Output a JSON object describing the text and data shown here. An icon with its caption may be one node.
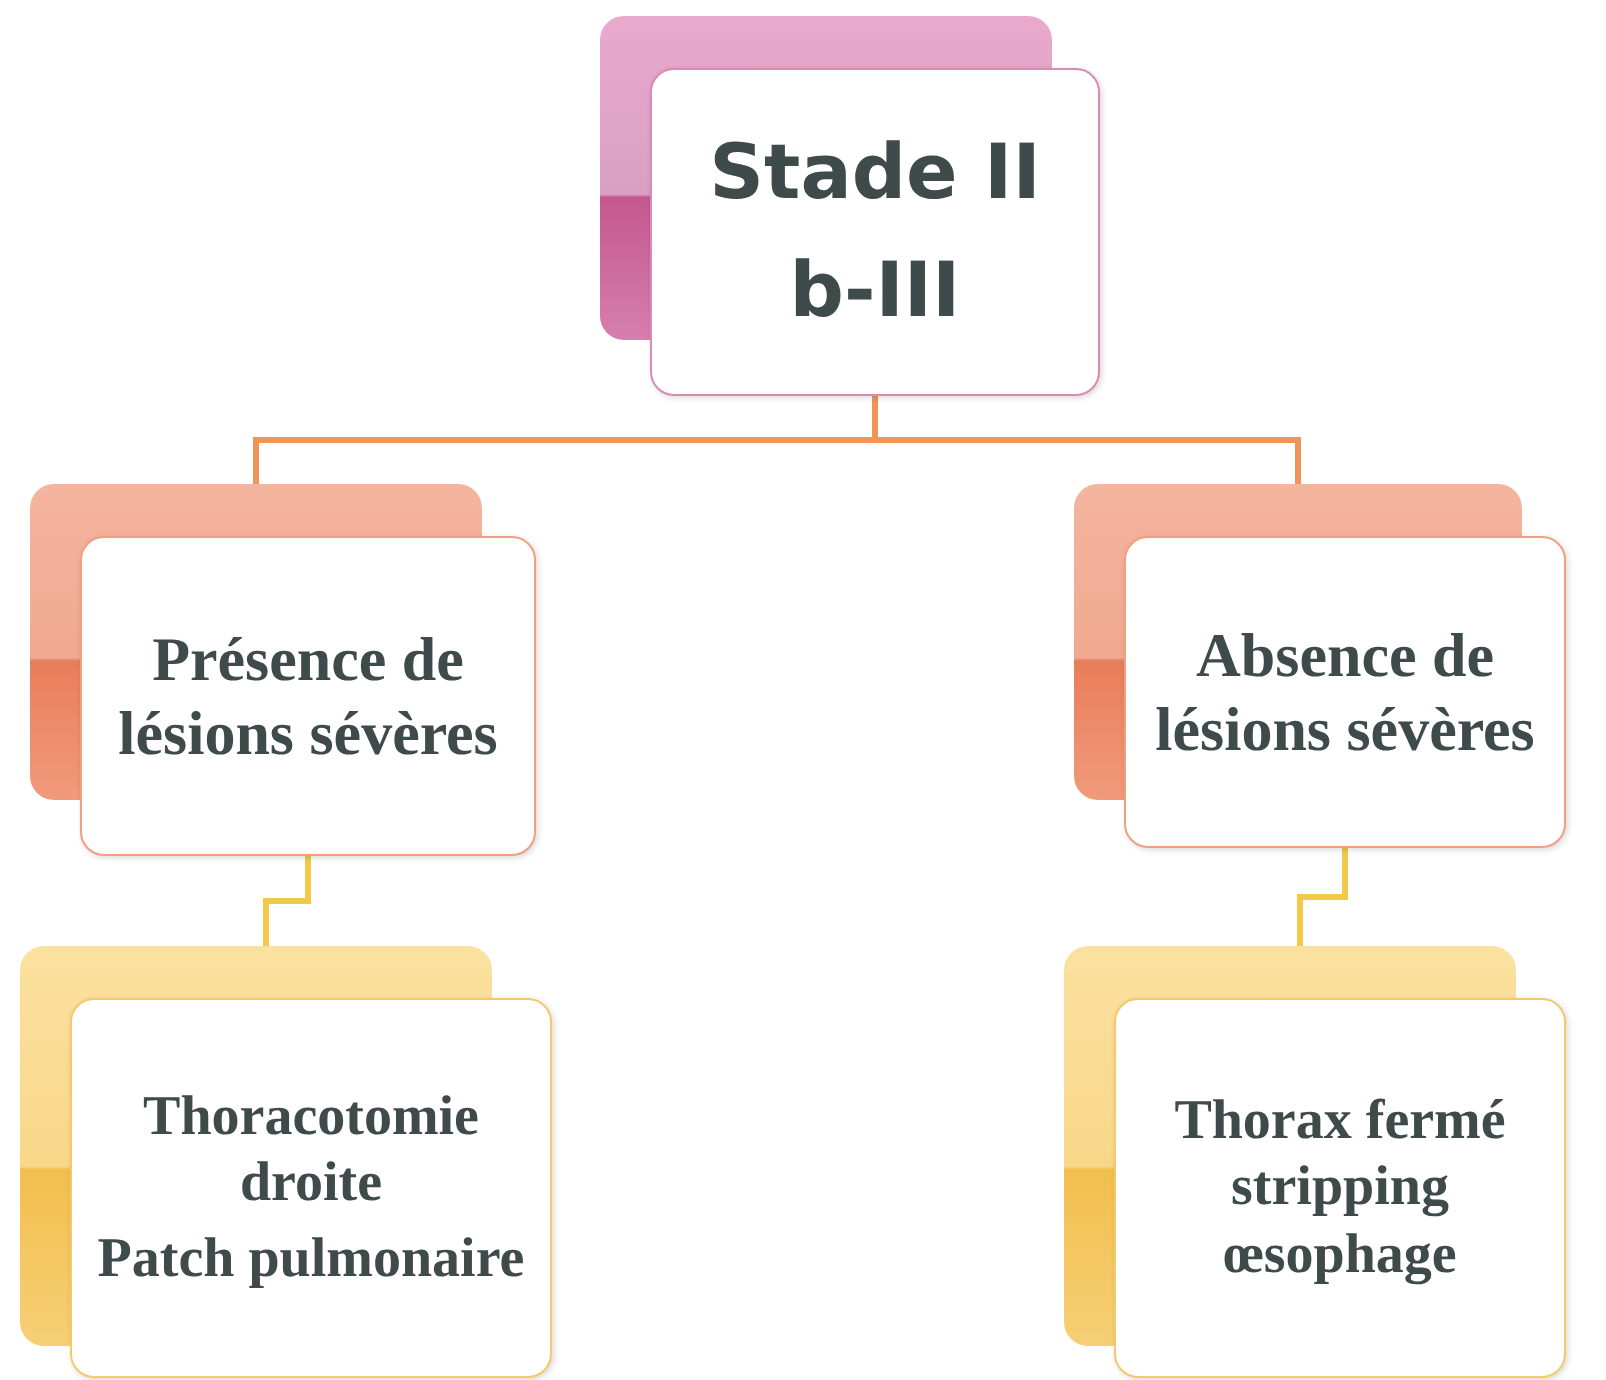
{
  "diagram": {
    "nodes": [
      {
        "text": [
          "Stade II b-III"
        ]
      },
      {
        "text": [
          "Présence de lésions sévères"
        ]
      },
      {
        "text": [
          "Absence de lésions sévères"
        ]
      },
      {
        "text": [
          "Thoracotomie droite",
          "Patch pulmonaire"
        ]
      },
      {
        "text": [
          "Thorax fermé stripping œsophage"
        ]
      }
    ],
    "edges": [
      {
        "from": 0,
        "to": 1,
        "arrow": "none",
        "color": "#f0945a"
      },
      {
        "from": 0,
        "to": 2,
        "arrow": "none",
        "color": "#f0945a"
      },
      {
        "from": 1,
        "to": 3,
        "arrow": "none",
        "color": "#f2c94a"
      },
      {
        "from": 2,
        "to": 4,
        "arrow": "none",
        "color": "#f2c94a"
      }
    ]
  }
}
